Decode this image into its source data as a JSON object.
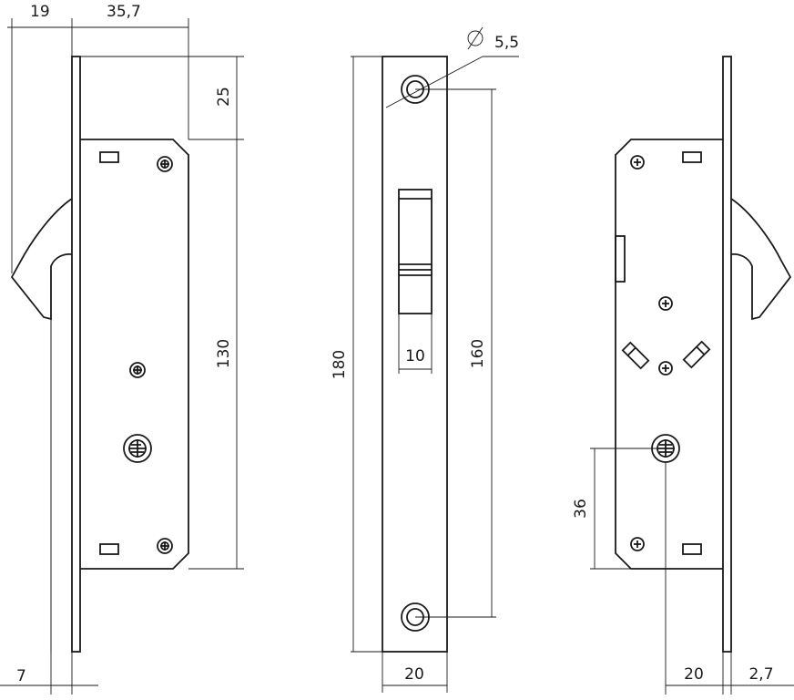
{
  "drawing": {
    "left_view": {
      "dims": {
        "depth": "19",
        "width": "35,7",
        "top_offset": "25",
        "plate_height": "130",
        "plate_thickness": "7"
      }
    },
    "front_view": {
      "dims": {
        "hole_diameter": "5,5",
        "latch_width": "10",
        "total_height": "180",
        "hole_spacing": "160",
        "faceplate_width": "20"
      }
    },
    "right_view": {
      "dims": {
        "screw_offset": "36",
        "backset": "20",
        "faceplate_thickness": "2,7"
      }
    }
  }
}
